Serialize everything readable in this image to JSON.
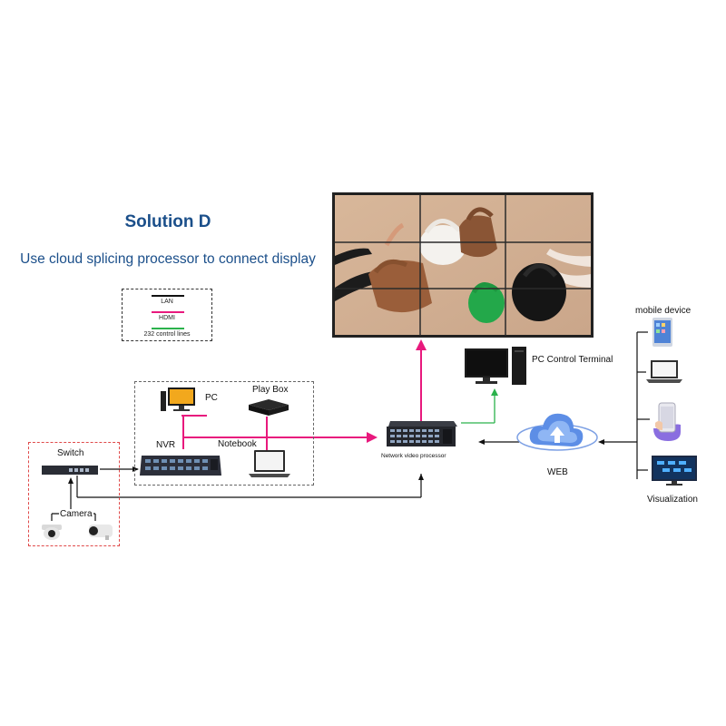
{
  "title": "Solution D",
  "subtitle": "Use cloud splicing processor to connect display",
  "legend": {
    "lan": "LAN",
    "hdmi": "HDMI",
    "control": "232 control lines",
    "colors": {
      "lan": "#111111",
      "hdmi": "#e8197d",
      "control": "#2bb24c"
    }
  },
  "labels": {
    "pc": "PC",
    "play_box": "Play Box",
    "nvr": "NVR",
    "notebook": "Notebook",
    "switch": "Switch",
    "camera": "Camera",
    "network_video_processor": "Network video processor",
    "pc_control_terminal": "PC Control Terminal",
    "web": "WEB",
    "mobile_device": "mobile device",
    "visualization": "Visualization"
  },
  "icons": [
    "video-wall",
    "pc-monitor",
    "play-box",
    "nvr-device",
    "notebook-laptop",
    "switch-device",
    "camera",
    "network-video-processor",
    "pc-control-terminal",
    "cloud-web",
    "tablet",
    "laptop",
    "phone-hand",
    "visualization-screen"
  ]
}
